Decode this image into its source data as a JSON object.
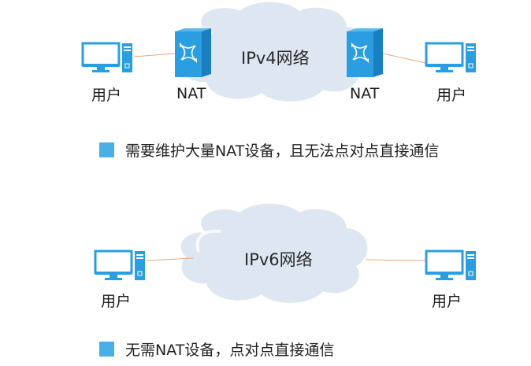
{
  "colors": {
    "device_blue": "#2a9ee0",
    "device_dark": "#1a7fc0",
    "cloud_fill": "#dde6f1",
    "cloud_highlight": "#ffffff",
    "link_line": "#e8a882",
    "bullet": "#4aaee6"
  },
  "ipv4_section": {
    "cloud_label": "IPv4网络",
    "left_user_label": "用户",
    "left_nat_label": "NAT",
    "right_nat_label": "NAT",
    "right_user_label": "用户",
    "note": "需要维护大量NAT设备，且无法点对点直接通信",
    "icons": {
      "user": "desktop-computer-icon",
      "nat": "nat-device-icon",
      "network": "cloud-icon"
    }
  },
  "ipv6_section": {
    "cloud_label": "IPv6网络",
    "left_user_label": "用户",
    "right_user_label": "用户",
    "note": "无需NAT设备，点对点直接通信",
    "icons": {
      "user": "desktop-computer-icon",
      "network": "cloud-icon"
    }
  }
}
